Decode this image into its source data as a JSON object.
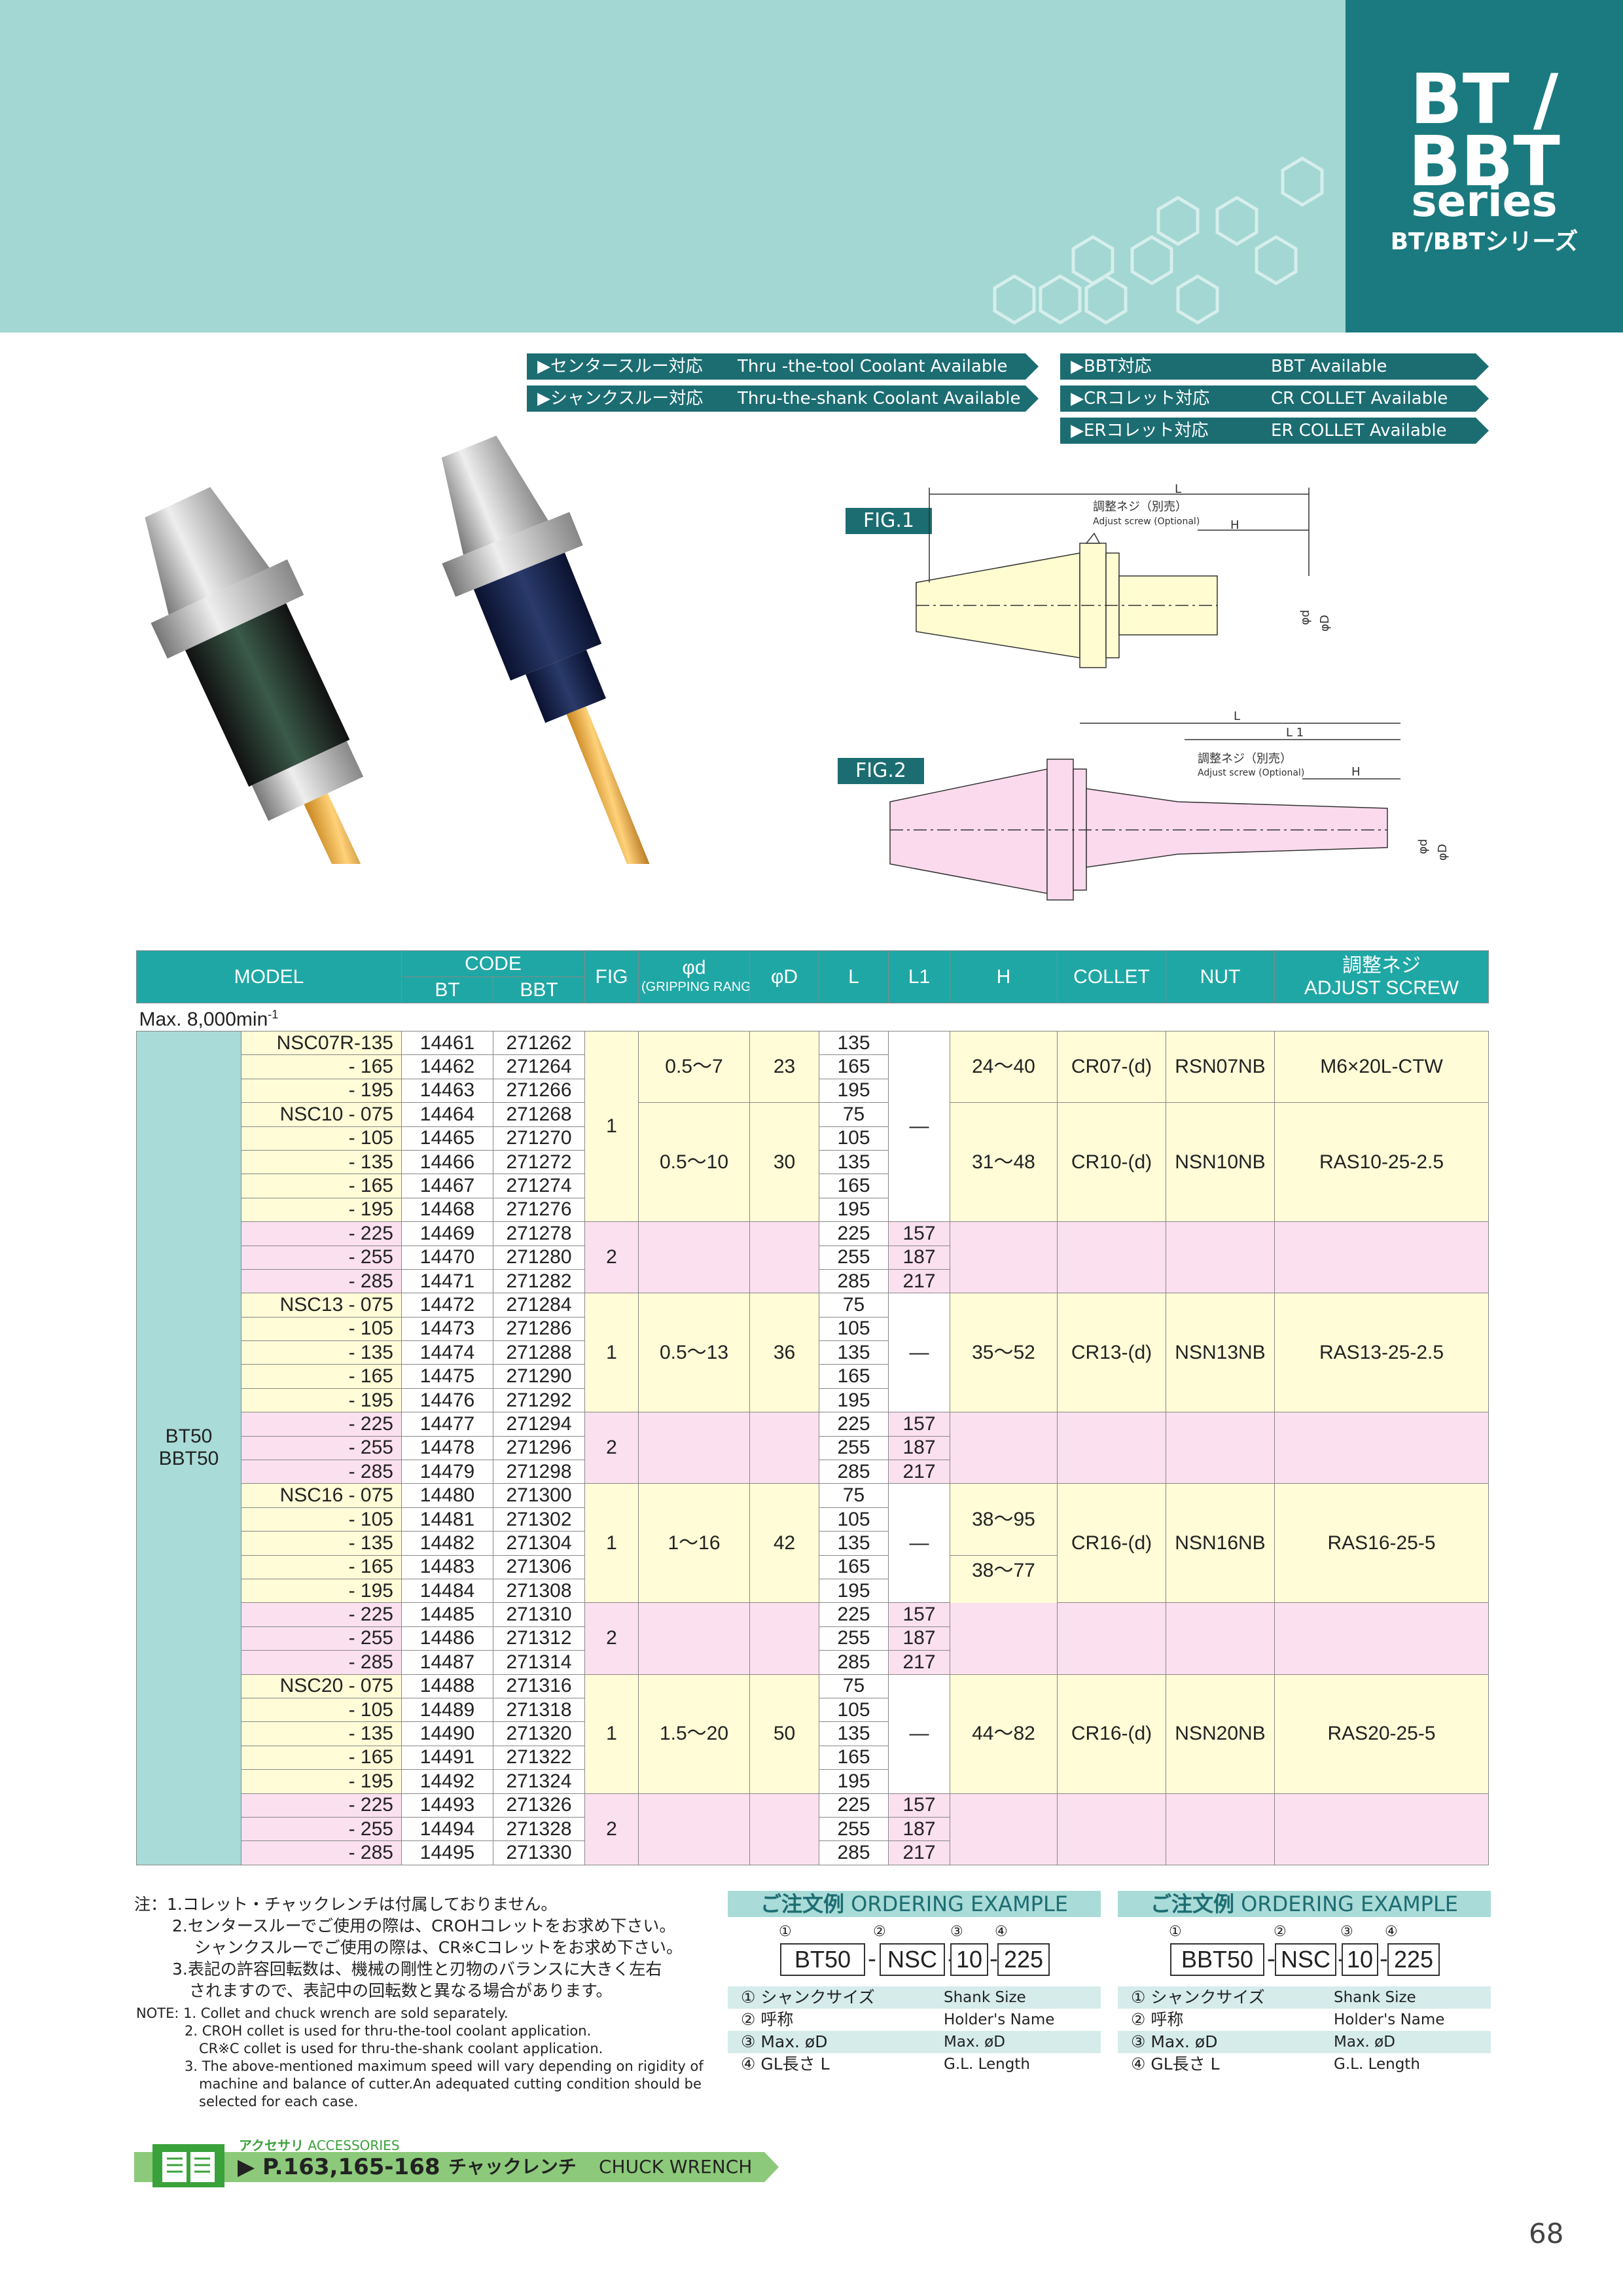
{
  "series": {
    "line1": "BT /",
    "line2": "BBT",
    "line3": "series",
    "line4": "BT/BBTシリーズ"
  },
  "features": [
    {
      "jp": "▶センタースルー対応",
      "en": "Thru -the-tool Coolant Available"
    },
    {
      "jp": "▶シャンクスルー対応",
      "en": "Thru-the-shank Coolant Available"
    },
    {
      "jp": "▶BBT対応",
      "en": "BBT Available"
    },
    {
      "jp": "▶CRコレット対応",
      "en": "CR COLLET Available"
    },
    {
      "jp": "▶ERコレット対応",
      "en": "ER COLLET Available"
    }
  ],
  "fig1": {
    "label": "FIG.1",
    "L": "L",
    "H": "H",
    "adj_jp": "調整ネジ（別売）",
    "adj_en": "Adjust screw (Optional)",
    "d": "φd",
    "D": "φD"
  },
  "fig2": {
    "label": "FIG.2",
    "L": "L",
    "L1": "L 1",
    "H": "H",
    "adj_jp": "調整ネジ（別売）",
    "adj_en": "Adjust screw (Optional)",
    "d": "φd",
    "D": "φD"
  },
  "table": {
    "h_model": "MODEL",
    "h_code": "CODE",
    "h_bt": "BT",
    "h_bbt": "BBT",
    "h_fig": "FIG",
    "h_d": "φd",
    "h_grip": "(GRIPPING RANGE)",
    "h_D": "φD",
    "h_L": "L",
    "h_L1": "L1",
    "h_H": "H",
    "h_collet": "COLLET",
    "h_nut": "NUT",
    "h_adj_jp": "調整ネジ",
    "h_adj_en": "ADJUST SCREW",
    "max_speed": "Max. 8,000min",
    "max_exp": "-1",
    "model_group1": "BT50",
    "model_group2": "BBT50",
    "dash": "―",
    "rows": [
      [
        "NSC07R-135",
        "14461",
        "271262",
        "135",
        ""
      ],
      [
        "- 165",
        "14462",
        "271264",
        "165",
        ""
      ],
      [
        "- 195",
        "14463",
        "271266",
        "195",
        ""
      ],
      [
        "NSC10 - 075",
        "14464",
        "271268",
        "75",
        ""
      ],
      [
        "- 105",
        "14465",
        "271270",
        "105",
        ""
      ],
      [
        "- 135",
        "14466",
        "271272",
        "135",
        ""
      ],
      [
        "- 165",
        "14467",
        "271274",
        "165",
        ""
      ],
      [
        "- 195",
        "14468",
        "271276",
        "195",
        ""
      ],
      [
        "- 225",
        "14469",
        "271278",
        "225",
        "157"
      ],
      [
        "- 255",
        "14470",
        "271280",
        "255",
        "187"
      ],
      [
        "- 285",
        "14471",
        "271282",
        "285",
        "217"
      ],
      [
        "NSC13 - 075",
        "14472",
        "271284",
        "75",
        ""
      ],
      [
        "- 105",
        "14473",
        "271286",
        "105",
        ""
      ],
      [
        "- 135",
        "14474",
        "271288",
        "135",
        ""
      ],
      [
        "- 165",
        "14475",
        "271290",
        "165",
        ""
      ],
      [
        "- 195",
        "14476",
        "271292",
        "195",
        ""
      ],
      [
        "- 225",
        "14477",
        "271294",
        "225",
        "157"
      ],
      [
        "- 255",
        "14478",
        "271296",
        "255",
        "187"
      ],
      [
        "- 285",
        "14479",
        "271298",
        "285",
        "217"
      ],
      [
        "NSC16 - 075",
        "14480",
        "271300",
        "75",
        ""
      ],
      [
        "- 105",
        "14481",
        "271302",
        "105",
        ""
      ],
      [
        "- 135",
        "14482",
        "271304",
        "135",
        ""
      ],
      [
        "- 165",
        "14483",
        "271306",
        "165",
        ""
      ],
      [
        "- 195",
        "14484",
        "271308",
        "195",
        ""
      ],
      [
        "- 225",
        "14485",
        "271310",
        "225",
        "157"
      ],
      [
        "- 255",
        "14486",
        "271312",
        "255",
        "187"
      ],
      [
        "- 285",
        "14487",
        "271314",
        "285",
        "217"
      ],
      [
        "NSC20 - 075",
        "14488",
        "271316",
        "75",
        ""
      ],
      [
        "- 105",
        "14489",
        "271318",
        "105",
        ""
      ],
      [
        "- 135",
        "14490",
        "271320",
        "135",
        ""
      ],
      [
        "- 165",
        "14491",
        "271322",
        "165",
        ""
      ],
      [
        "- 195",
        "14492",
        "271324",
        "195",
        ""
      ],
      [
        "- 225",
        "14493",
        "271326",
        "225",
        "157"
      ],
      [
        "- 255",
        "14494",
        "271328",
        "255",
        "187"
      ],
      [
        "- 285",
        "14495",
        "271330",
        "285",
        "217"
      ]
    ],
    "groups": [
      {
        "fig1": "1",
        "d": "0.5～7",
        "D": "23",
        "H": "24～40",
        "collet": "CR07-(d)",
        "nut": "RSN07NB",
        "adj": "M6×20L-CTW"
      },
      {
        "fig2": "2",
        "d": "0.5～10",
        "D": "30",
        "H": "31～48",
        "collet": "CR10-(d)",
        "nut": "NSN10NB",
        "adj": "RAS10-25-2.5"
      },
      {
        "fig1": "1",
        "fig2": "2",
        "d": "0.5～13",
        "D": "36",
        "H": "35～52",
        "collet": "CR13-(d)",
        "nut": "NSN13NB",
        "adj": "RAS13-25-2.5"
      },
      {
        "fig1": "1",
        "fig2": "2",
        "d": "1～16",
        "D": "42",
        "H1": "38～95",
        "H2": "38～77",
        "collet": "CR16-(d)",
        "nut": "NSN16NB",
        "adj": "RAS16-25-5"
      },
      {
        "fig1": "1",
        "fig2": "2",
        "d": "1.5～20",
        "D": "50",
        "H": "44～82",
        "collet": "CR16-(d)",
        "nut": "NSN20NB",
        "adj": "RAS20-25-5"
      }
    ]
  },
  "notes_jp": [
    "注：1.コレット・チャックレンチは付属しておりません。",
    "2.センタースルーでご使用の際は、CROHコレットをお求め下さい。",
    "シャンクスルーでご使用の際は、CR※Cコレットをお求め下さい。",
    "3.表記の許容回転数は、機械の剛性と刃物のバランスに大きく左右",
    "されますので、表記中の回転数と異なる場合があります。"
  ],
  "notes_en": [
    "NOTE:  1. Collet and chuck wrench are sold separately.",
    "2. CROH collet is used for thru-the-tool coolant application.",
    "CR※C collet is used for thru-the-shank coolant application.",
    "3. The above-mentioned maximum speed will vary depending on rigidity of",
    "machine and balance of cutter.An adequated cutting condition should be",
    "selected for each case."
  ],
  "ordering": [
    {
      "title_jp": "ご注文例",
      "title_en": "ORDERING EXAMPLE",
      "n1": "①",
      "n2": "②",
      "n3": "③",
      "n4": "④",
      "b1": "BT50",
      "b2": "NSC",
      "b3": "10",
      "b4": "225",
      "rows": [
        [
          "① シャンクサイズ",
          "Shank Size"
        ],
        [
          "② 呼称",
          "Holder's Name"
        ],
        [
          "③ Max. øD",
          "Max. øD"
        ],
        [
          "④ GL長さ L",
          "G.L. Length"
        ]
      ]
    },
    {
      "title_jp": "ご注文例",
      "title_en": "ORDERING EXAMPLE",
      "n1": "①",
      "n2": "②",
      "n3": "③",
      "n4": "④",
      "b1": "BBT50",
      "b2": "NSC",
      "b3": "10",
      "b4": "225",
      "rows": [
        [
          "① シャンクサイズ",
          "Shank Size"
        ],
        [
          "② 呼称",
          "Holder's Name"
        ],
        [
          "③ Max. øD",
          "Max. øD"
        ],
        [
          "④ GL長さ L",
          "G.L. Length"
        ]
      ]
    }
  ],
  "accessories": {
    "jp": "アクセサリ",
    "en": "ACCESSORIES",
    "pages": "P.163,165-168",
    "item_jp": "チャックレンチ",
    "item_en": "CHUCK WRENCH"
  },
  "page_number": "68"
}
